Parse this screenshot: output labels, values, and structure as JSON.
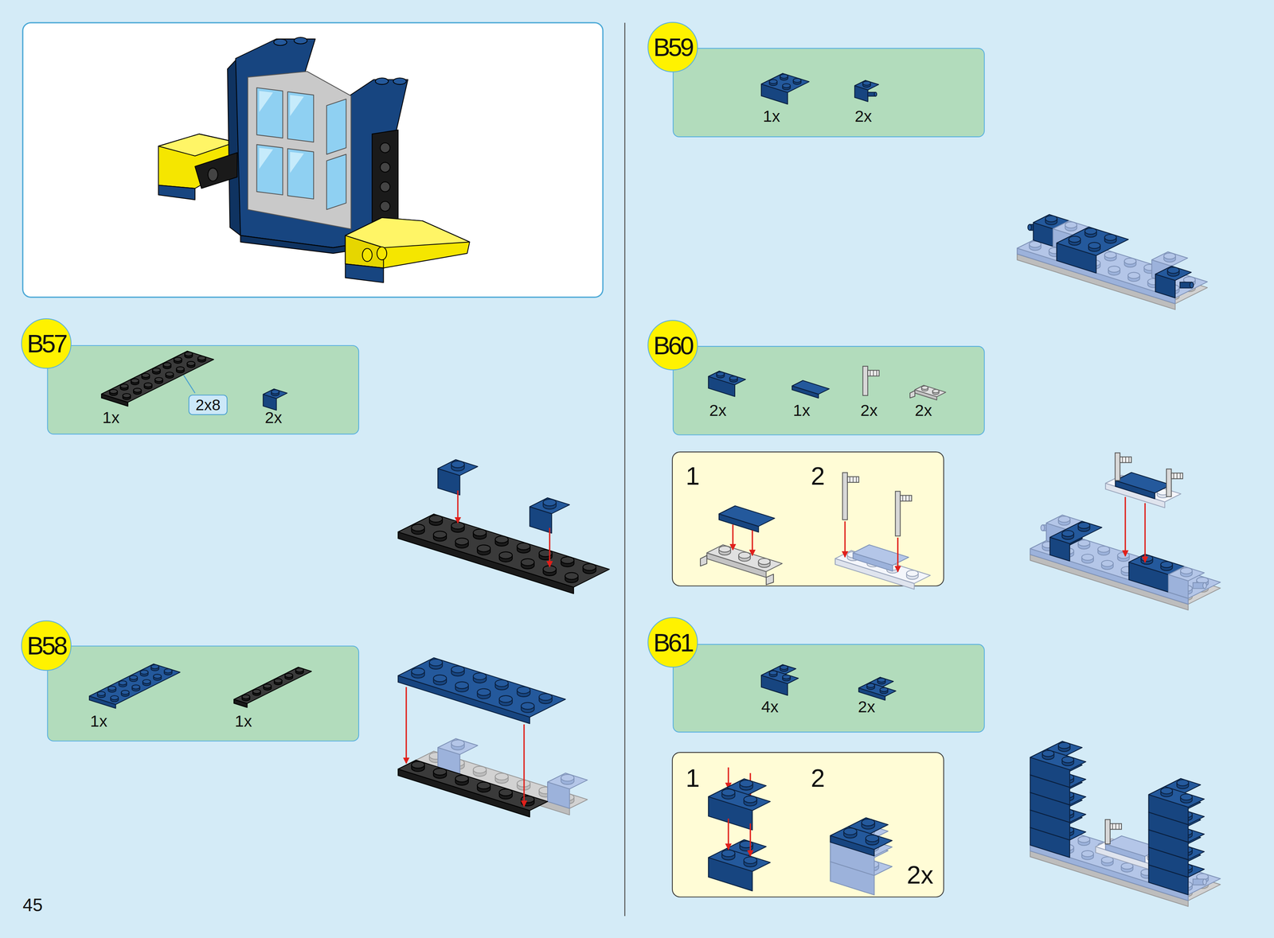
{
  "diagram": {
    "nodes": [
      {
        "text": [
          "B57"
        ]
      },
      {
        "text": [
          "1x",
          "2x"
        ]
      },
      {
        "text": [
          "2x8"
        ],
        "in": 1
      },
      {
        "text": [
          "B58"
        ]
      },
      {
        "text": [
          "1x",
          "1x"
        ]
      },
      {
        "text": [
          "B59"
        ]
      },
      {
        "text": [
          "1x",
          "2x"
        ]
      },
      {
        "text": [
          "B60"
        ]
      },
      {
        "text": [
          "2x",
          "1x",
          "2x",
          "2x"
        ]
      },
      {
        "text": [
          "1",
          "2"
        ]
      },
      {
        "text": [
          "B61"
        ]
      },
      {
        "text": [
          "4x",
          "2x"
        ]
      },
      {
        "text": [
          "1",
          "2",
          "2x"
        ]
      }
    ],
    "labels": [
      "45"
    ]
  }
}
